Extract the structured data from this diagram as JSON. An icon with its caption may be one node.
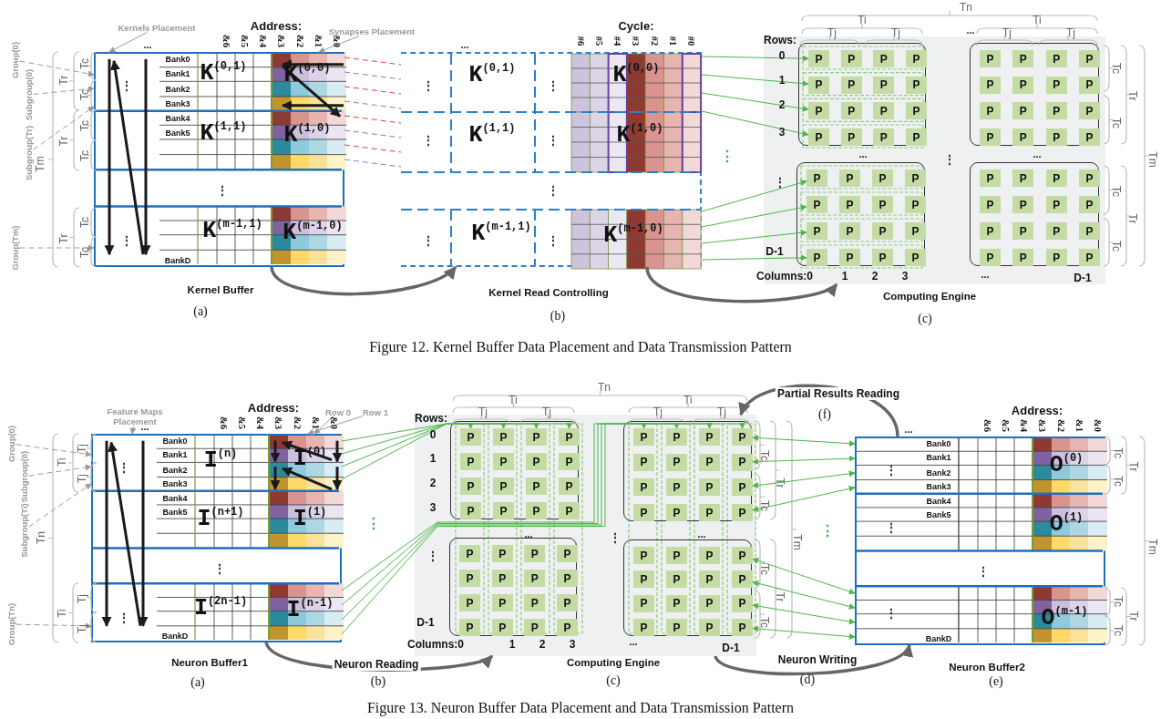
{
  "diagram": {
    "nodes": [
      {
        "text": [
          "Address:",
          "&6",
          "&5",
          "&4",
          "&3",
          "&2",
          "&1",
          "&0",
          "...",
          "Bank0",
          "Bank1",
          "Bank2",
          "Bank3",
          "Bank4",
          "Bank5",
          "BankD",
          "⋮",
          "⋮",
          "⋮",
          "K$^{(0,1)}$",
          "K$^{(0,0)}$",
          "K$^{(1,1)}$",
          "K$^{(1,0)}$",
          "K$^{(m-1,1)}$",
          "K$^{(m-1,0)}$",
          "Kernel Buffer"
        ],
        "beside": [
          "(a)"
        ]
      },
      {
        "text": [
          "Cycle:",
          "#6",
          "#5",
          "#4",
          "#3",
          "#2",
          "#1",
          "#0",
          "...",
          "⋮",
          "K$^{(0,1)}$",
          "⋮",
          "K$^{(0,0)}$",
          "⋮",
          "K$^{(1,1)}$",
          "⋮",
          "K$^{(1,0)}$",
          "⋮",
          "⋮",
          "K$^{(m-1,1)}$",
          "⋮",
          "K$^{(m-1,0)}$",
          "Kernel Read Controlling"
        ],
        "beside": [
          "(b)"
        ]
      },
      {
        "text": [
          "Tn",
          "Ti",
          "Ti",
          "Tj",
          "Tj",
          "...",
          "Tj",
          "Tj",
          "Rows:",
          "0",
          "1",
          "2",
          "3",
          "⋮",
          "D-1",
          "...",
          "⋮",
          "...",
          "Columns:0",
          "1",
          "2",
          "3",
          "...",
          "D-1",
          "Tc",
          "Tc",
          "Tr",
          "Tc",
          "Tc",
          "Tr",
          "Tm",
          "Computing Engine"
        ],
        "beside": [
          "(c)"
        ]
      },
      {
        "text": [],
        "shape": "box",
        "in": 2
      },
      {
        "text": [],
        "shape": "box",
        "in": 2
      },
      {
        "text": [],
        "shape": "box",
        "in": 2
      },
      {
        "text": [],
        "shape": "box",
        "in": 2
      },
      {
        "text": [
          "P"
        ],
        "in": 3
      },
      {
        "text": [
          "P"
        ],
        "in": 3
      },
      {
        "text": [
          "P"
        ],
        "in": 3
      },
      {
        "text": [
          "P"
        ],
        "in": 3
      },
      {
        "text": [
          "P"
        ],
        "in": 3
      },
      {
        "text": [
          "P"
        ],
        "in": 3
      },
      {
        "text": [
          "P"
        ],
        "in": 3
      },
      {
        "text": [
          "P"
        ],
        "in": 3
      },
      {
        "text": [
          "P"
        ],
        "in": 3
      },
      {
        "text": [
          "P"
        ],
        "in": 3
      },
      {
        "text": [
          "P"
        ],
        "in": 3
      },
      {
        "text": [
          "P"
        ],
        "in": 3
      },
      {
        "text": [
          "P"
        ],
        "in": 3
      },
      {
        "text": [
          "P"
        ],
        "in": 3
      },
      {
        "text": [
          "P"
        ],
        "in": 3
      },
      {
        "text": [
          "P"
        ],
        "in": 3
      },
      {
        "text": [
          "P"
        ],
        "in": 4
      },
      {
        "text": [
          "P"
        ],
        "in": 4
      },
      {
        "text": [
          "P"
        ],
        "in": 4
      },
      {
        "text": [
          "P"
        ],
        "in": 4
      },
      {
        "text": [
          "P"
        ],
        "in": 4
      },
      {
        "text": [
          "P"
        ],
        "in": 4
      },
      {
        "text": [
          "P"
        ],
        "in": 4
      },
      {
        "text": [
          "P"
        ],
        "in": 4
      },
      {
        "text": [
          "P"
        ],
        "in": 4
      },
      {
        "text": [
          "P"
        ],
        "in": 4
      },
      {
        "text": [
          "P"
        ],
        "in": 4
      },
      {
        "text": [
          "P"
        ],
        "in": 4
      },
      {
        "text": [
          "P"
        ],
        "in": 4
      },
      {
        "text": [
          "P"
        ],
        "in": 4
      },
      {
        "text": [
          "P"
        ],
        "in": 4
      },
      {
        "text": [
          "P"
        ],
        "in": 4
      },
      {
        "text": [
          "P"
        ],
        "in": 5
      },
      {
        "text": [
          "P"
        ],
        "in": 5
      },
      {
        "text": [
          "P"
        ],
        "in": 5
      },
      {
        "text": [
          "P"
        ],
        "in": 5
      },
      {
        "text": [
          "P"
        ],
        "in": 5
      },
      {
        "text": [
          "P"
        ],
        "in": 5
      },
      {
        "text": [
          "P"
        ],
        "in": 5
      },
      {
        "text": [
          "P"
        ],
        "in": 5
      },
      {
        "text": [
          "P"
        ],
        "in": 5
      },
      {
        "text": [
          "P"
        ],
        "in": 5
      },
      {
        "text": [
          "P"
        ],
        "in": 5
      },
      {
        "text": [
          "P"
        ],
        "in": 5
      },
      {
        "text": [
          "P"
        ],
        "in": 5
      },
      {
        "text": [
          "P"
        ],
        "in": 5
      },
      {
        "text": [
          "P"
        ],
        "in": 5
      },
      {
        "text": [
          "P"
        ],
        "in": 5
      },
      {
        "text": [
          "P"
        ],
        "in": 6
      },
      {
        "text": [
          "P"
        ],
        "in": 6
      },
      {
        "text": [
          "P"
        ],
        "in": 6
      },
      {
        "text": [
          "P"
        ],
        "in": 6
      },
      {
        "text": [
          "P"
        ],
        "in": 6
      },
      {
        "text": [
          "P"
        ],
        "in": 6
      },
      {
        "text": [
          "P"
        ],
        "in": 6
      },
      {
        "text": [
          "P"
        ],
        "in": 6
      },
      {
        "text": [
          "P"
        ],
        "in": 6
      },
      {
        "text": [
          "P"
        ],
        "in": 6
      },
      {
        "text": [
          "P"
        ],
        "in": 6
      },
      {
        "text": [
          "P"
        ],
        "in": 6
      },
      {
        "text": [
          "P"
        ],
        "in": 6
      },
      {
        "text": [
          "P"
        ],
        "in": 6
      },
      {
        "text": [
          "P"
        ],
        "in": 6
      },
      {
        "text": [
          "P"
        ],
        "in": 6
      },
      {
        "text": [
          "Kernels Placement"
        ]
      },
      {
        "text": [
          "Synapses Placement"
        ]
      },
      {
        "text": [
          "Group(0)"
        ]
      },
      {
        "text": [
          "Subgroup(0)"
        ]
      },
      {
        "text": [
          "Subgroup(Tr)"
        ]
      },
      {
        "text": [
          "Group(Tm)"
        ]
      },
      {
        "text": [
          "Address:",
          "&6",
          "&5",
          "&4",
          "&3",
          "&2",
          "&1",
          "&0",
          "...",
          "Bank0",
          "Bank1",
          "Bank2",
          "Bank3",
          "Bank4",
          "Bank5",
          "BankD",
          "⋮",
          "⋮",
          "⋮",
          "I$^{(n)}$",
          "I$^{(0)}$",
          "I$^{(n+1)}$",
          "I$^{(1)}$",
          "I$^{(2n-1)}$",
          "I$^{(n-1)}$",
          "Neuron Buffer1"
        ],
        "beside": [
          "(a)"
        ]
      },
      {
        "text": [
          "Tn",
          "Ti",
          "Ti",
          "Tj",
          "Tj",
          "Tj",
          "Tj",
          "Rows:",
          "0",
          "1",
          "2",
          "3",
          "⋮",
          "D-1",
          "...",
          "⋮",
          "...",
          "Columns:0",
          "1",
          "2",
          "3",
          "...",
          "D-1",
          "Tc",
          "Tr",
          "Tc",
          "Tm",
          "Tc",
          "Tr",
          "Tc",
          "Computing Engine"
        ],
        "beside": [
          "(c)"
        ]
      },
      {
        "text": [],
        "shape": "box",
        "in": 78
      },
      {
        "text": [],
        "shape": "box",
        "in": 78
      },
      {
        "text": [],
        "shape": "box",
        "in": 78
      },
      {
        "text": [],
        "shape": "box",
        "in": 78
      },
      {
        "text": [
          "P"
        ],
        "in": 79
      },
      {
        "text": [
          "P"
        ],
        "in": 79
      },
      {
        "text": [
          "P"
        ],
        "in": 79
      },
      {
        "text": [
          "P"
        ],
        "in": 79
      },
      {
        "text": [
          "P"
        ],
        "in": 79
      },
      {
        "text": [
          "P"
        ],
        "in": 79
      },
      {
        "text": [
          "P"
        ],
        "in": 79
      },
      {
        "text": [
          "P"
        ],
        "in": 79
      },
      {
        "text": [
          "P"
        ],
        "in": 79
      },
      {
        "text": [
          "P"
        ],
        "in": 79
      },
      {
        "text": [
          "P"
        ],
        "in": 79
      },
      {
        "text": [
          "P"
        ],
        "in": 79
      },
      {
        "text": [
          "P"
        ],
        "in": 79
      },
      {
        "text": [
          "P"
        ],
        "in": 79
      },
      {
        "text": [
          "P"
        ],
        "in": 79
      },
      {
        "text": [
          "P"
        ],
        "in": 79
      },
      {
        "text": [
          "P"
        ],
        "in": 80
      },
      {
        "text": [
          "P"
        ],
        "in": 80
      },
      {
        "text": [
          "P"
        ],
        "in": 80
      },
      {
        "text": [
          "P"
        ],
        "in": 80
      },
      {
        "text": [
          "P"
        ],
        "in": 80
      },
      {
        "text": [
          "P"
        ],
        "in": 80
      },
      {
        "text": [
          "P"
        ],
        "in": 80
      },
      {
        "text": [
          "P"
        ],
        "in": 80
      },
      {
        "text": [
          "P"
        ],
        "in": 80
      },
      {
        "text": [
          "P"
        ],
        "in": 80
      },
      {
        "text": [
          "P"
        ],
        "in": 80
      },
      {
        "text": [
          "P"
        ],
        "in": 80
      },
      {
        "text": [
          "P"
        ],
        "in": 80
      },
      {
        "text": [
          "P"
        ],
        "in": 80
      },
      {
        "text": [
          "P"
        ],
        "in": 80
      },
      {
        "text": [
          "P"
        ],
        "in": 80
      },
      {
        "text": [
          "P"
        ],
        "in": 81
      },
      {
        "text": [
          "P"
        ],
        "in": 81
      },
      {
        "text": [
          "P"
        ],
        "in": 81
      },
      {
        "text": [
          "P"
        ],
        "in": 81
      },
      {
        "text": [
          "P"
        ],
        "in": 81
      },
      {
        "text": [
          "P"
        ],
        "in": 81
      },
      {
        "text": [
          "P"
        ],
        "in": 81
      },
      {
        "text": [
          "P"
        ],
        "in": 81
      },
      {
        "text": [
          "P"
        ],
        "in": 81
      },
      {
        "text": [
          "P"
        ],
        "in": 81
      },
      {
        "text": [
          "P"
        ],
        "in": 81
      },
      {
        "text": [
          "P"
        ],
        "in": 81
      },
      {
        "text": [
          "P"
        ],
        "in": 81
      },
      {
        "text": [
          "P"
        ],
        "in": 81
      },
      {
        "text": [
          "P"
        ],
        "in": 81
      },
      {
        "text": [
          "P"
        ],
        "in": 81
      },
      {
        "text": [
          "P"
        ],
        "in": 82
      },
      {
        "text": [
          "P"
        ],
        "in": 82
      },
      {
        "text": [
          "P"
        ],
        "in": 82
      },
      {
        "text": [
          "P"
        ],
        "in": 82
      },
      {
        "text": [
          "P"
        ],
        "in": 82
      },
      {
        "text": [
          "P"
        ],
        "in": 82
      },
      {
        "text": [
          "P"
        ],
        "in": 82
      },
      {
        "text": [
          "P"
        ],
        "in": 82
      },
      {
        "text": [
          "P"
        ],
        "in": 82
      },
      {
        "text": [
          "P"
        ],
        "in": 82
      },
      {
        "text": [
          "P"
        ],
        "in": 82
      },
      {
        "text": [
          "P"
        ],
        "in": 82
      },
      {
        "text": [
          "P"
        ],
        "in": 82
      },
      {
        "text": [
          "P"
        ],
        "in": 82
      },
      {
        "text": [
          "P"
        ],
        "in": 82
      },
      {
        "text": [
          "P"
        ],
        "in": 82
      },
      {
        "text": [
          "Address:",
          "&6",
          "&5",
          "&4",
          "&3",
          "&2",
          "&1",
          "&0",
          "...",
          "Bank0",
          "Bank1",
          "Bank2",
          "Bank3",
          "Bank4",
          "Bank5",
          "BankD",
          "⋮",
          "⋮",
          "⋮",
          "⋮",
          "O$^{(0)}$",
          "O$^{(1)}$",
          "O$^{(m-1)}$",
          "Neuron Buffer2"
        ],
        "beside": [
          "(e)"
        ]
      },
      {
        "text": [
          "Feature Maps Placement"
        ]
      },
      {
        "text": [
          "Row 0"
        ]
      },
      {
        "text": [
          "Row 1"
        ]
      },
      {
        "text": [
          "Group(0)"
        ]
      },
      {
        "text": [
          "Subgroup(0)"
        ]
      },
      {
        "text": [
          "Subgroup(Ti)"
        ]
      },
      {
        "text": [
          "Group(Tn)"
        ]
      }
    ],
    "edges": [
      {
        "from": 0,
        "to": 1,
        "arrow": "none",
        "style": "dashed",
        "color": "#e8413c"
      },
      {
        "from": 0,
        "to": 1,
        "arrow": "none",
        "style": "dashed",
        "color": "#9b6fc4"
      },
      {
        "from": 0,
        "to": 1,
        "arrow": "none",
        "style": "dashed",
        "color": "#e8413c"
      },
      {
        "from": 0,
        "to": 1,
        "arrow": "none",
        "style": "dashed",
        "color": "#9b6fc4"
      },
      {
        "from": 0,
        "to": 1,
        "arrow": "none",
        "style": "dashed",
        "color": "#e8413c"
      },
      {
        "from": 0,
        "to": 1,
        "arrow": "none",
        "style": "dashed",
        "color": "#9b6fc4"
      },
      {
        "from": 0,
        "to": 1,
        "arrow": "none",
        "style": "dashed",
        "color": "#e8413c"
      },
      {
        "from": 0,
        "to": 1,
        "arrow": "none",
        "style": "dashed",
        "color": "#9b6fc4"
      },
      {
        "from": 1,
        "to": 7,
        "arrow": "to"
      },
      {
        "from": 1,
        "to": 11,
        "arrow": "to"
      },
      {
        "from": 1,
        "to": 15,
        "arrow": "to"
      },
      {
        "from": 1,
        "to": 19,
        "arrow": "to"
      },
      {
        "from": 1,
        "to": 39,
        "arrow": "to"
      },
      {
        "from": 1,
        "to": 43,
        "arrow": "to"
      },
      {
        "from": 1,
        "to": 47,
        "arrow": "to"
      },
      {
        "from": 1,
        "to": 51,
        "arrow": "to"
      },
      {
        "from": 0,
        "to": 1,
        "arrow": "to",
        "style": "thick",
        "color": "#666666"
      },
      {
        "from": 1,
        "to": 2,
        "arrow": "to",
        "style": "thick",
        "color": "#666666"
      },
      {
        "from": 71,
        "to": 0,
        "arrow": "to",
        "color": "#9a9a9a"
      },
      {
        "from": 72,
        "to": 0,
        "arrow": "to",
        "color": "#9a9a9a"
      },
      {
        "from": 73,
        "to": 0,
        "arrow": "to",
        "style": "dashed",
        "color": "#9a9a9a"
      },
      {
        "from": 74,
        "to": 0,
        "arrow": "to",
        "style": "dashed",
        "color": "#9a9a9a"
      },
      {
        "from": 75,
        "to": 0,
        "arrow": "to",
        "style": "dashed",
        "color": "#9a9a9a"
      },
      {
        "from": 76,
        "to": 0,
        "arrow": "to",
        "style": "dashed",
        "color": "#9a9a9a"
      },
      {
        "from": 77,
        "to": 83,
        "arrow": "to"
      },
      {
        "from": 77,
        "to": 84,
        "arrow": "to"
      },
      {
        "from": 77,
        "to": 85,
        "arrow": "to"
      },
      {
        "from": 77,
        "to": 86,
        "arrow": "to"
      },
      {
        "from": 77,
        "to": 99,
        "arrow": "to"
      },
      {
        "from": 77,
        "to": 100,
        "arrow": "to"
      },
      {
        "from": 77,
        "to": 101,
        "arrow": "to"
      },
      {
        "from": 77,
        "to": 102,
        "arrow": "to"
      },
      {
        "from": 102,
        "to": 147,
        "arrow": "both"
      },
      {
        "from": 106,
        "to": 147,
        "arrow": "both"
      },
      {
        "from": 110,
        "to": 147,
        "arrow": "both"
      },
      {
        "from": 114,
        "to": 147,
        "arrow": "both"
      },
      {
        "from": 134,
        "to": 147,
        "arrow": "both"
      },
      {
        "from": 138,
        "to": 147,
        "arrow": "both"
      },
      {
        "from": 142,
        "to": 147,
        "arrow": "both"
      },
      {
        "from": 146,
        "to": 147,
        "arrow": "both"
      },
      {
        "from": 77,
        "to": 78,
        "arrow": "to",
        "label": "Neuron Reading",
        "style": "thick",
        "color": "#666666"
      },
      {
        "from": 78,
        "to": 147,
        "arrow": "to",
        "label": "Neuron Writing",
        "style": "thick",
        "color": "#666666"
      },
      {
        "from": 147,
        "to": 78,
        "arrow": "to",
        "label": "Partial Results Reading",
        "style": "thick",
        "color": "#666666"
      },
      {
        "from": 148,
        "to": 77,
        "arrow": "to",
        "color": "#9a9a9a"
      },
      {
        "from": 149,
        "to": 77,
        "arrow": "to",
        "color": "#9a9a9a"
      },
      {
        "from": 150,
        "to": 77,
        "arrow": "to",
        "color": "#9a9a9a"
      },
      {
        "from": 151,
        "to": 77,
        "arrow": "to",
        "style": "dashed",
        "color": "#9a9a9a"
      },
      {
        "from": 152,
        "to": 77,
        "arrow": "to",
        "style": "dashed",
        "color": "#9a9a9a"
      },
      {
        "from": 153,
        "to": 77,
        "arrow": "to",
        "style": "dashed",
        "color": "#9a9a9a"
      },
      {
        "from": 154,
        "to": 77,
        "arrow": "to",
        "style": "dashed",
        "color": "#9a9a9a"
      }
    ],
    "labels": [
      "Tm",
      "Tr",
      "Tc",
      "Tc",
      "Tr",
      "Tc",
      "Tc",
      "Tr",
      "Tc",
      "Tc",
      "⋮",
      "Figure 12. Kernel Buffer Data Placement and Data Transmission Pattern",
      "(f)",
      "Tn",
      "Ti",
      "Tj",
      "Tj",
      "Ti",
      "Tj",
      "Tj",
      "⋮",
      "⋮",
      "Tc",
      "Tc",
      "Tr",
      "Tm",
      "Tc",
      "Tc",
      "Tr",
      "(b)",
      "(d)",
      "Figure 13. Neuron Buffer Data Placement and Data Transmission Pattern"
    ]
  }
}
